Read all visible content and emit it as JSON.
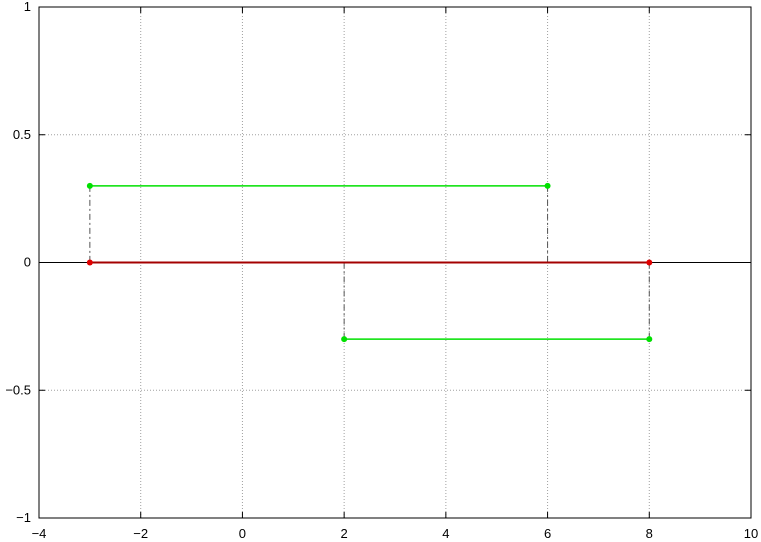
{
  "chart_data": {
    "type": "line",
    "title": "",
    "xlabel": "",
    "ylabel": "",
    "xlim": [
      -4,
      10
    ],
    "ylim": [
      -1,
      1
    ],
    "grid": true,
    "x_ticks": [
      -4,
      -2,
      0,
      2,
      4,
      6,
      8,
      10
    ],
    "x_tick_labels": [
      "−4",
      "−2",
      "0",
      "2",
      "4",
      "6",
      "8",
      "10"
    ],
    "y_ticks": [
      -1,
      -0.5,
      0,
      0.5,
      1
    ],
    "y_tick_labels": [
      "−1",
      "−0.5",
      "0",
      "0.5",
      "1"
    ],
    "zero_line": true,
    "series": [
      {
        "color": "#a40000",
        "marker_color": "#e00000",
        "points": [
          [
            -3,
            0
          ],
          [
            8,
            0
          ]
        ]
      },
      {
        "color": "#00e000",
        "marker_color": "#00e000",
        "points": [
          [
            -3,
            0.3
          ],
          [
            6,
            0.3
          ]
        ]
      },
      {
        "color": "#00e000",
        "marker_color": "#00e000",
        "points": [
          [
            2,
            -0.3
          ],
          [
            8,
            -0.3
          ]
        ]
      }
    ],
    "connectors": {
      "color": "#555555",
      "segments": [
        [
          [
            -3,
            0.3
          ],
          [
            -3,
            0
          ]
        ],
        [
          [
            6,
            0.3
          ],
          [
            6,
            0
          ]
        ],
        [
          [
            2,
            0
          ],
          [
            2,
            -0.3
          ]
        ],
        [
          [
            8,
            0
          ],
          [
            8,
            -0.3
          ]
        ]
      ]
    }
  }
}
